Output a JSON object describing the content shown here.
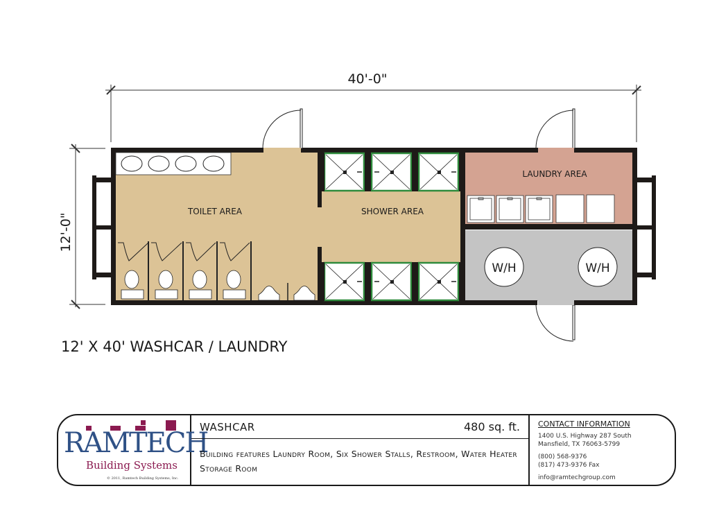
{
  "plan": {
    "title": "12' X 40' WASHCAR / LAUNDRY",
    "dimensions": {
      "width": "40'-0\"",
      "height": "12'-0\""
    },
    "rooms": {
      "toilet": "TOILET AREA",
      "shower": "SHOWER AREA",
      "laundry": "LAUNDRY AREA",
      "water_heater_1": "W/H",
      "water_heater_2": "W/H"
    },
    "colors": {
      "wall": "#1e1a18",
      "toilet_floor": "#dcc396",
      "shower_floor": "#dcc396",
      "laundry_floor": "#d4a392",
      "wh_floor": "#c4c4c4",
      "stall_border": "#2e8b3c",
      "logo_blue": "#2f5186",
      "logo_maroon": "#8b1a50"
    },
    "fixtures": {
      "sinks": 4,
      "toilets": 4,
      "urinals": 2,
      "showers": 6,
      "washers": 3,
      "dryers": 2,
      "water_heaters": 2
    }
  },
  "title_block": {
    "logo": {
      "name": "RAMTECH",
      "sub": "Building Systems",
      "copyright": "© 2011, Ramtech Building Systems, Inc."
    },
    "building_name": "WASHCAR",
    "area": "480 sq. ft.",
    "description": "Building features Laundry Room, Six Shower Stalls, Restroom, Water Heater Storage Room",
    "contact": {
      "heading": "CONTACT INFORMATION",
      "address_1": "1400 U.S. Highway 287 South",
      "address_2": "Mansfield, TX 76063-5799",
      "phone": "(800) 568-9376",
      "fax": "(817) 473-9376 Fax",
      "email": "info@ramtechgroup.com"
    }
  }
}
